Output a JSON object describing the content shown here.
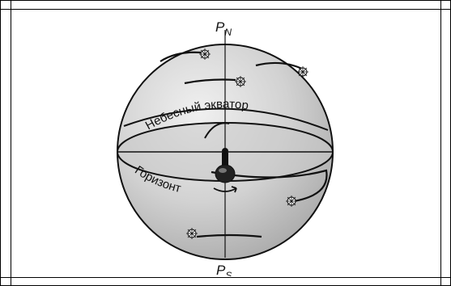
{
  "diagram": {
    "labels": {
      "north_pole": "P",
      "north_pole_sub": "N",
      "south_pole": "P",
      "south_pole_sub": "S",
      "celestial_equator": "Небесный экватор",
      "horizon": "Горизонт"
    },
    "colors": {
      "sphere_fill": "#d2d2d2",
      "sphere_shade": "#a9a9a9",
      "stroke": "#111111",
      "star": "#ffffff"
    },
    "icons": [
      "star-icon",
      "observer-icon",
      "rotation-arrow-icon"
    ]
  }
}
